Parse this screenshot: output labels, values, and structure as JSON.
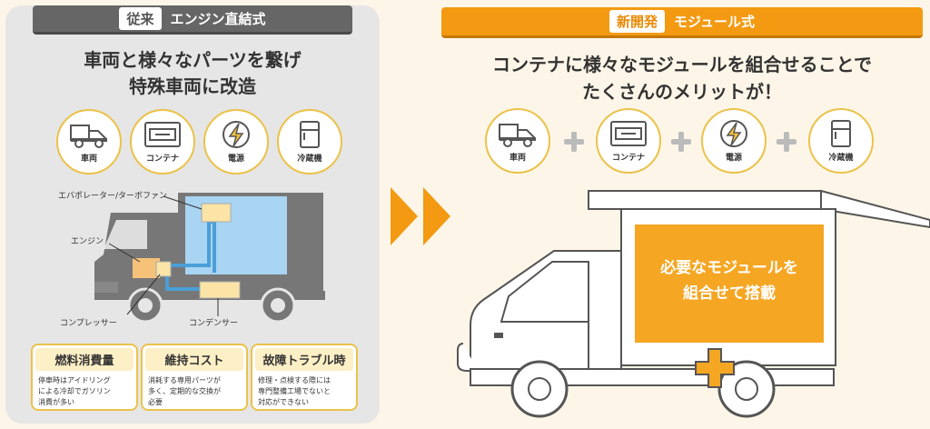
{
  "left": {
    "tag": "従来",
    "tab_text": "エンジン直結式",
    "title_line1": "車両と様々なパーツを繋げ",
    "title_line2": "特殊車両に改造",
    "icons": [
      {
        "label": "車両",
        "icon": "truck-icon"
      },
      {
        "label": "コンテナ",
        "icon": "container-icon"
      },
      {
        "label": "電源",
        "icon": "power-icon"
      },
      {
        "label": "冷蔵機",
        "icon": "fridge-icon"
      }
    ],
    "diagram": {
      "evaporator": "エバポレーター/ターボファン",
      "engine": "エンジン",
      "compressor": "コンプレッサー",
      "condenser": "コンデンサー"
    },
    "issues": [
      {
        "title": "燃料消費量",
        "lines": [
          "停車時はアイドリング",
          "による冷却でガソリン",
          "消費が多い"
        ]
      },
      {
        "title": "維持コスト",
        "lines": [
          "消耗する専用パーツが",
          "多く、定期的な交換が",
          "必要"
        ]
      },
      {
        "title": "故障トラブル時",
        "lines": [
          "修理・点検する際には",
          "専門整備工場でないと",
          "対応ができない"
        ]
      }
    ]
  },
  "right": {
    "tag": "新開発",
    "tab_text": "モジュール式",
    "title_line1": "コンテナに様々なモジュールを組合せることで",
    "title_line2": "たくさんのメリットが！",
    "icons": [
      {
        "label": "車両",
        "icon": "truck-icon"
      },
      {
        "label": "コンテナ",
        "icon": "container-icon"
      },
      {
        "label": "電源",
        "icon": "power-icon"
      },
      {
        "label": "冷蔵機",
        "icon": "fridge-icon"
      }
    ],
    "module_line1": "必要なモジュールを",
    "module_line2": "組合せて搭載"
  },
  "colors": {
    "accent_orange": "#f39a12",
    "gold": "#ebc24a",
    "gray_tab": "#666666",
    "panel_gray": "#e6e6e6",
    "pipe_blue": "#4a9fd8",
    "cooling_blue": "#a9d4f2"
  }
}
